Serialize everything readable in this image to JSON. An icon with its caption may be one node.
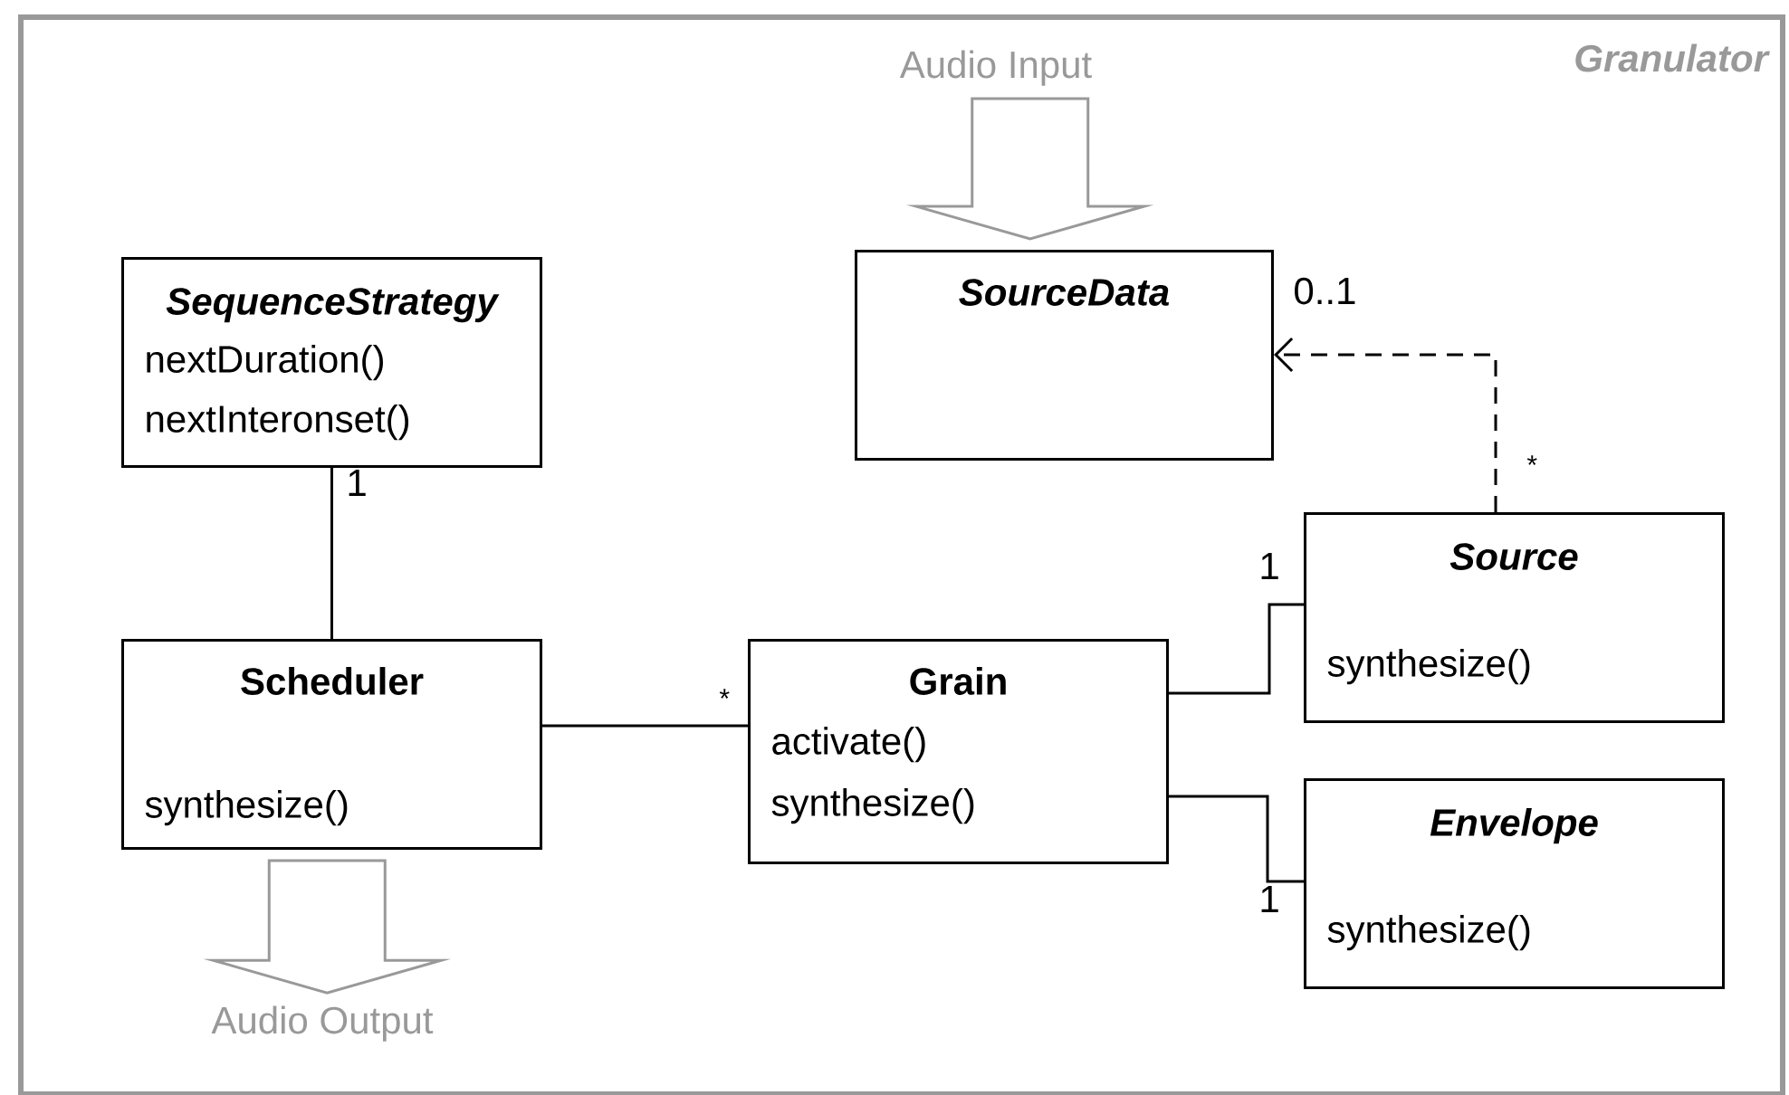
{
  "diagram": {
    "nodes": [
      {
        "text": [
          "Granulator"
        ]
      },
      {
        "text": [
          "SequenceStrategy",
          "nextDuration()",
          "nextInteronset()"
        ],
        "in": 0
      },
      {
        "text": [
          "SourceData"
        ],
        "in": 0
      },
      {
        "text": [
          "Scheduler",
          "synthesize()"
        ],
        "in": 0
      },
      {
        "text": [
          "Grain",
          "activate()",
          "synthesize()"
        ],
        "in": 0
      },
      {
        "text": [
          "Source",
          "synthesize()"
        ],
        "in": 0
      },
      {
        "text": [
          "Envelope",
          "synthesize()"
        ],
        "in": 0
      },
      {
        "text": [
          "Audio Input"
        ],
        "in": 0
      },
      {
        "text": [
          "Audio Output"
        ],
        "in": 0
      }
    ],
    "edges": [
      {
        "from": 1,
        "to": 3,
        "arrow": "none"
      },
      {
        "from": 3,
        "to": 4,
        "arrow": "none"
      },
      {
        "from": 4,
        "to": 5,
        "arrow": "none"
      },
      {
        "from": 4,
        "to": 6,
        "arrow": "none"
      },
      {
        "from": 5,
        "to": 2,
        "arrow": "to",
        "style": "dashed"
      },
      {
        "from": 7,
        "to": 2,
        "arrow": "to",
        "style": "thick",
        "color": "#999999"
      },
      {
        "from": 3,
        "to": 8,
        "arrow": "to",
        "style": "thick",
        "color": "#999999"
      }
    ],
    "labels": [
      "0..1",
      "*",
      "1",
      "1",
      "*",
      "1"
    ]
  }
}
